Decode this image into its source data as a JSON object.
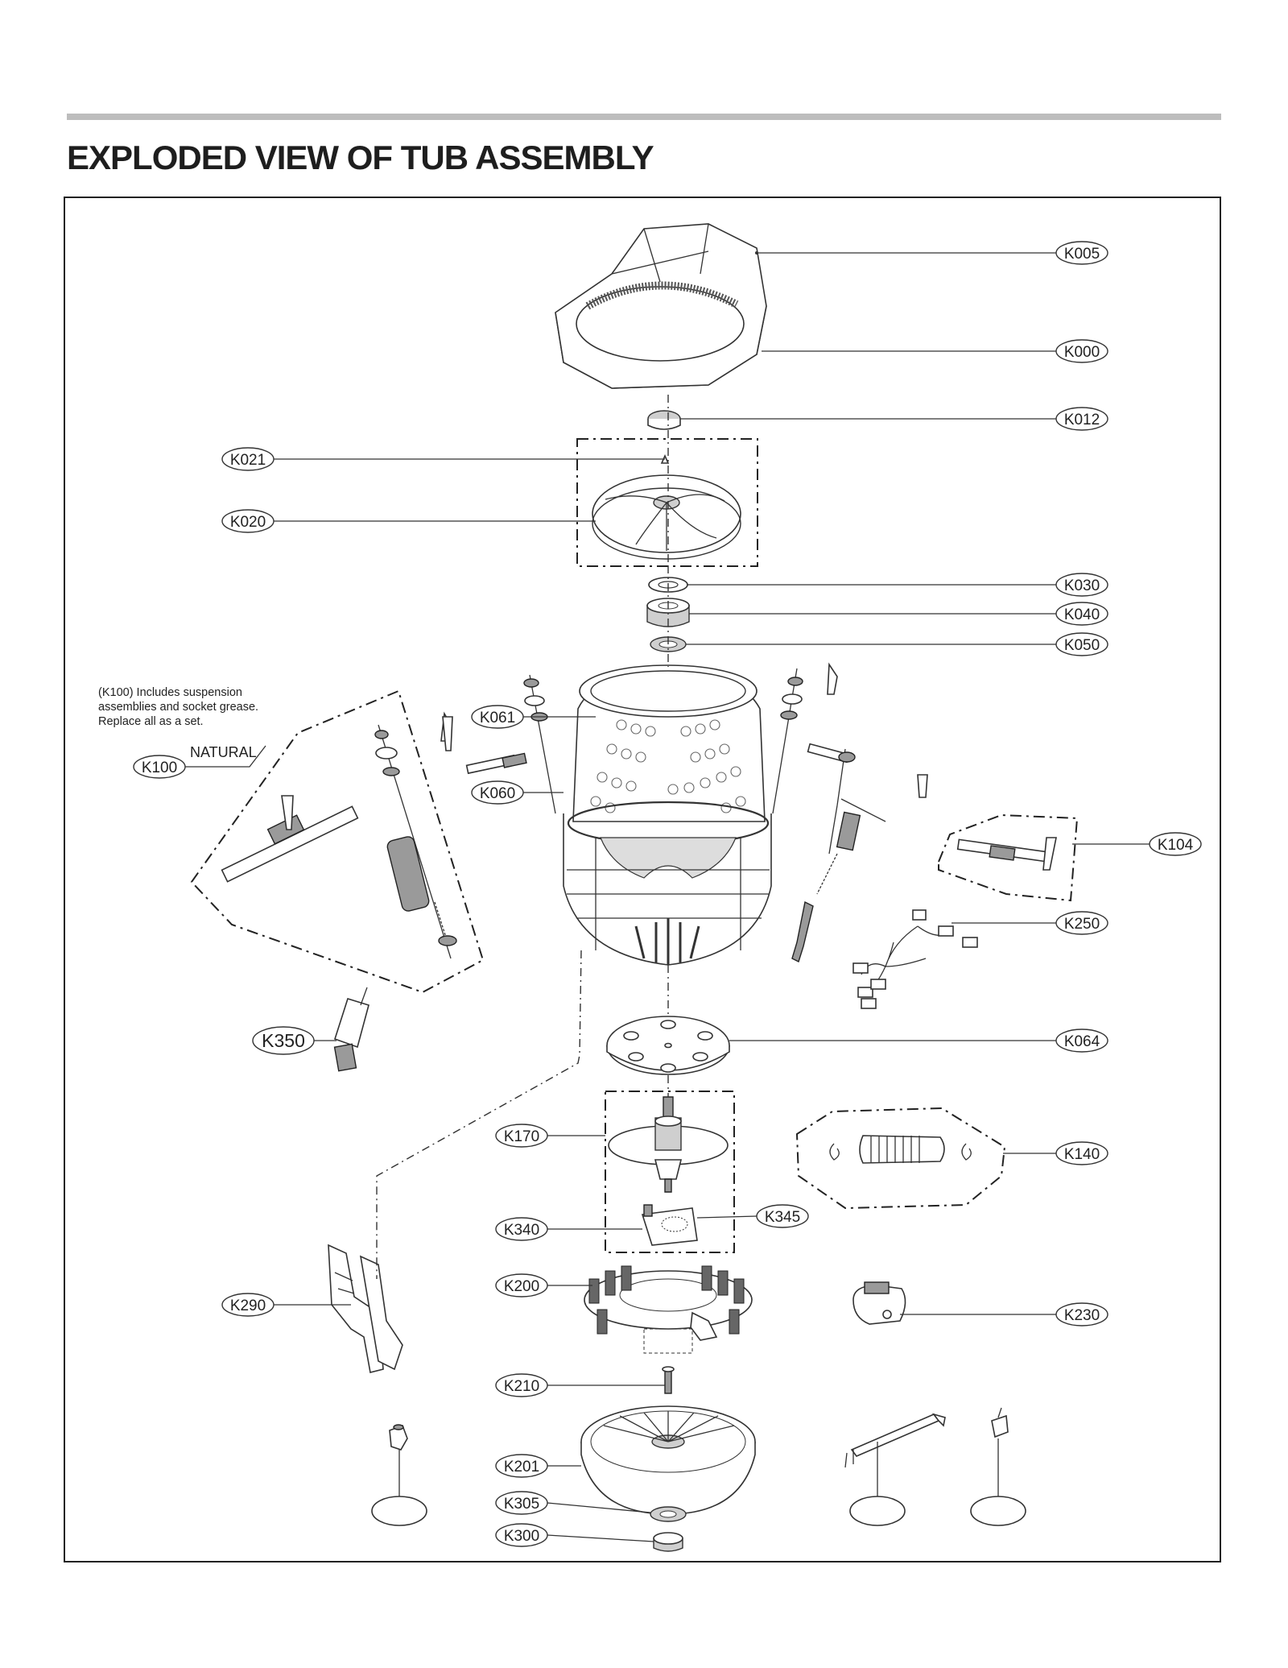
{
  "header": {
    "title": "EXPLODED VIEW OF TUB ASSEMBLY"
  },
  "note": {
    "line1": "(K100) Includes  suspension",
    "line2": "assemblies and socket grease.",
    "line3": "Replace all as a set."
  },
  "natural_label": "NATURAL",
  "callouts": {
    "K005": "K005",
    "K000": "K000",
    "K012": "K012",
    "K021": "K021",
    "K020": "K020",
    "K030": "K030",
    "K040": "K040",
    "K050": "K050",
    "K061": "K061",
    "K060": "K060",
    "K100": "K100",
    "K104": "K104",
    "K250": "K250",
    "K350": "K350",
    "K064": "K064",
    "K170": "K170",
    "K140": "K140",
    "K340": "K340",
    "K345": "K345",
    "K200": "K200",
    "K230": "K230",
    "K290": "K290",
    "K210": "K210",
    "K201": "K201",
    "K305": "K305",
    "K300": "K300"
  }
}
